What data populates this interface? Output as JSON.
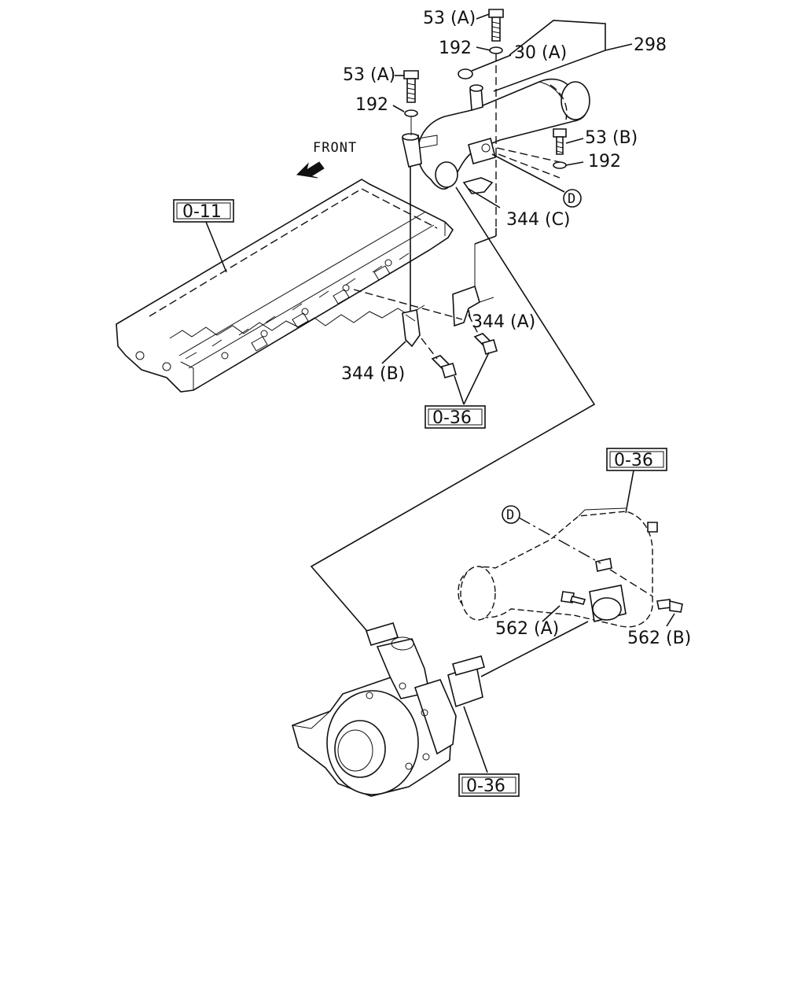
{
  "front_label": "FRONT",
  "callouts": [
    {
      "id": "c53a_top",
      "text": "53 (A)"
    },
    {
      "id": "c192_top",
      "text": "192"
    },
    {
      "id": "c30a",
      "text": "30 (A)"
    },
    {
      "id": "c298",
      "text": "298"
    },
    {
      "id": "c53a_left",
      "text": "53 (A)"
    },
    {
      "id": "c192_left",
      "text": "192"
    },
    {
      "id": "c53b",
      "text": "53 (B)"
    },
    {
      "id": "c192_right",
      "text": "192"
    },
    {
      "id": "c344c",
      "text": "344 (C)"
    },
    {
      "id": "c344a",
      "text": "344 (A)"
    },
    {
      "id": "c344b",
      "text": "344 (B)"
    },
    {
      "id": "c562a",
      "text": "562 (A)"
    },
    {
      "id": "c562b",
      "text": "562 (B)"
    }
  ],
  "refs": [
    {
      "id": "ref_011",
      "text": "0-11"
    },
    {
      "id": "ref_036_a",
      "text": "0-36"
    },
    {
      "id": "ref_036_b",
      "text": "0-36"
    },
    {
      "id": "ref_036_c",
      "text": "0-36"
    }
  ],
  "markers": [
    {
      "id": "marker_d_top",
      "text": "D"
    },
    {
      "id": "marker_d_bottom",
      "text": "D"
    }
  ]
}
